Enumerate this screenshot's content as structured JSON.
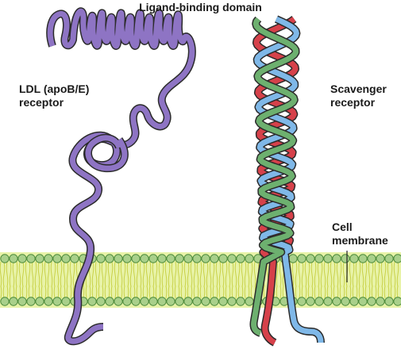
{
  "labels": {
    "title": "Ligand-binding domain",
    "ldl_receptor": "LDL (apoB/E)\nreceptor",
    "scavenger_receptor": "Scavenger\nreceptor",
    "cell_membrane": "Cell\nmembrane"
  },
  "colors": {
    "background": "#ffffff",
    "membrane_fill": "#e8f3a8",
    "membrane_tail": "#c9d24a",
    "lipid_head": "#a9d08a",
    "lipid_head_outline": "#4c8a3a",
    "ldl_receptor": "#8e74c4",
    "scavenger_red": "#d6414a",
    "scavenger_green": "#6db06f",
    "scavenger_blue": "#7fb8e8",
    "strand_outline": "#2b2b2b",
    "pointer_line": "#222222"
  }
}
